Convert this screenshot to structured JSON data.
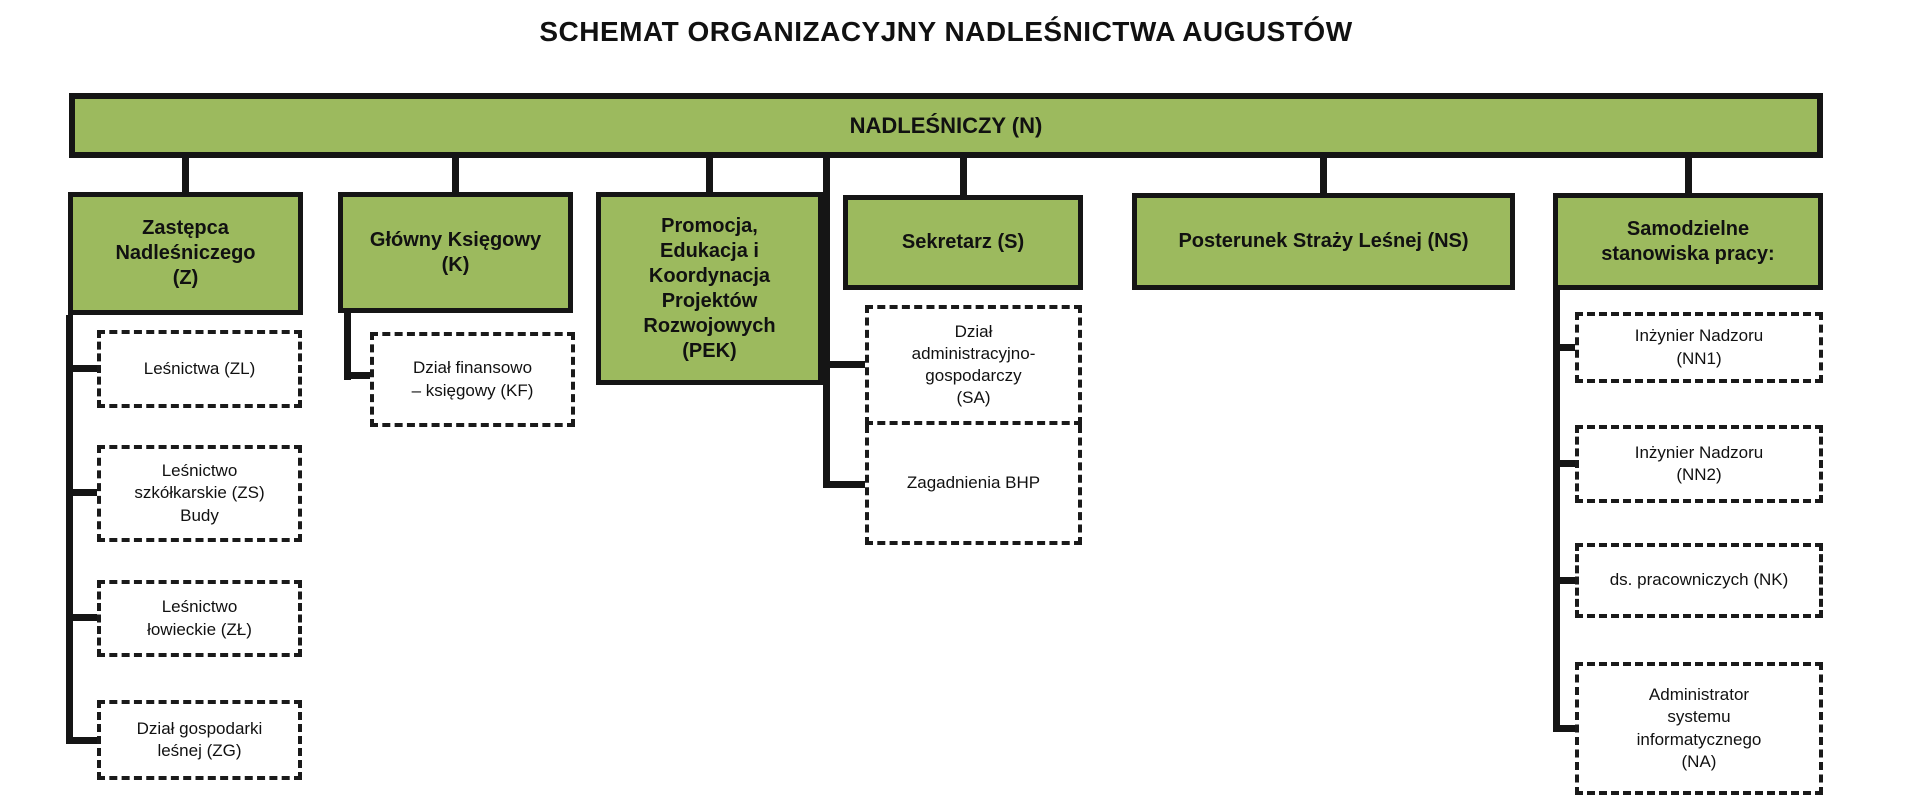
{
  "title": "SCHEMAT ORGANIZACYJNY NADLEŚNICTWA AUGUSTÓW",
  "root": {
    "label": "NADLEŚNICZY (N)",
    "code": "N"
  },
  "colors": {
    "node_fill": "#9cba5e",
    "line_and_border": "#151515",
    "child_fill": "#ffffff",
    "text": "#111111",
    "background": "#ffffff"
  },
  "columns": [
    {
      "head": "Zastępca\nNadleśniczego\n(Z)",
      "code": "Z",
      "children": [
        "Leśnictwa (ZL)",
        "Leśnictwo\nszkółkarskie (ZS)\nBudy",
        "Leśnictwo\nłowieckie (ZŁ)",
        "Dział gospodarki\nleśnej (ZG)"
      ]
    },
    {
      "head": "Główny Księgowy\n(K)",
      "code": "K",
      "children": [
        "Dział finansowo\n– księgowy (KF)"
      ]
    },
    {
      "head": "Promocja,\nEdukacja i\nKoordynacja\nProjektów\nRozwojowych\n(PEK)",
      "code": "PEK",
      "children": []
    },
    {
      "head": "Sekretarz (S)",
      "code": "S",
      "children": [
        "Dział\nadministracyjno-\ngospodarczy\n(SA)",
        "Zagadnienia BHP"
      ]
    },
    {
      "head": "Posterunek Straży Leśnej (NS)",
      "code": "NS",
      "children": []
    },
    {
      "head": "Samodzielne\nstanowiska pracy:",
      "code": "",
      "children": [
        "Inżynier Nadzoru\n(NN1)",
        "Inżynier Nadzoru\n(NN2)",
        "ds. pracowniczych (NK)",
        "Administrator\nsystemu\ninformatycznego\n(NA)"
      ]
    }
  ]
}
